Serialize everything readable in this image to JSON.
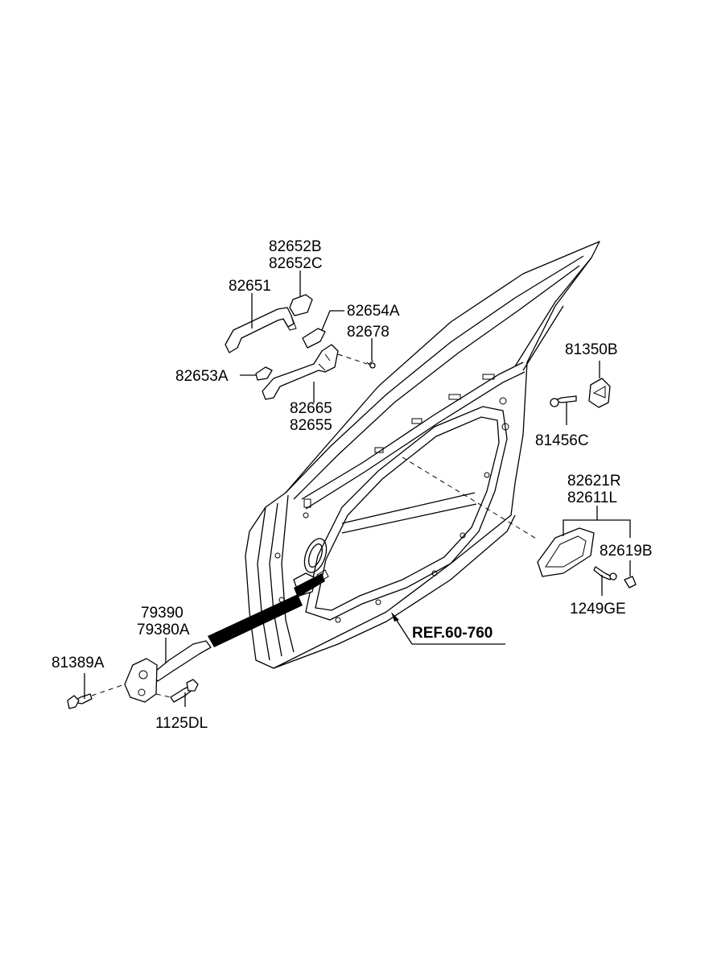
{
  "labels": {
    "p82652b": "82652B",
    "p82652c": "82652C",
    "p82651": "82651",
    "p82654a": "82654A",
    "p82678": "82678",
    "p82653a": "82653A",
    "p82665": "82665",
    "p82655": "82655",
    "p81350b": "81350B",
    "p81456c": "81456C",
    "p82621r": "82621R",
    "p82611l": "82611L",
    "p82619b": "82619B",
    "p1249ge": "1249GE",
    "p79390": "79390",
    "p79380a": "79380A",
    "p81389a": "81389A",
    "p1125dl": "1125DL",
    "ref": "REF.60-760"
  }
}
